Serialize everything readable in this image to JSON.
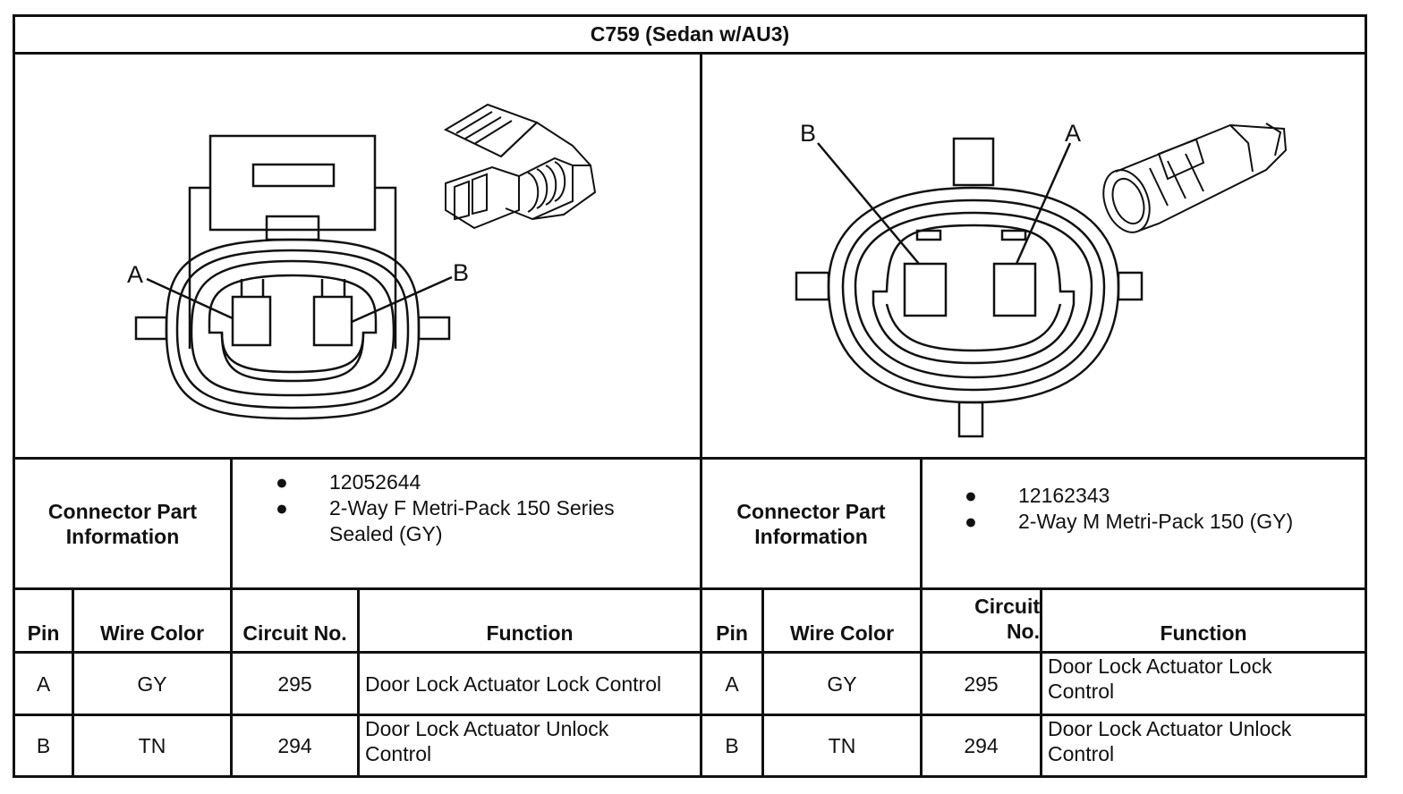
{
  "title": "C759 (Sedan w/AU3)",
  "left": {
    "pin_labels": [
      "A",
      "B"
    ],
    "part_info_label": [
      "Connector Part",
      "Information"
    ],
    "part_info": [
      "12052644",
      "2-Way F Metri-Pack 150 Series",
      "Sealed (GY)"
    ],
    "headers": {
      "pin": "Pin",
      "wire_color": "Wire Color",
      "circuit": "Circuit No.",
      "function": "Function"
    },
    "rows": [
      {
        "pin": "A",
        "wire_color": "GY",
        "circuit": "295",
        "function": "Door Lock Actuator Lock Control"
      },
      {
        "pin": "B",
        "wire_color": "TN",
        "circuit": "294",
        "function_lines": [
          "Door Lock Actuator Unlock",
          "Control"
        ]
      }
    ]
  },
  "right": {
    "pin_labels": [
      "B",
      "A"
    ],
    "part_info_label": [
      "Connector Part",
      "Information"
    ],
    "part_info": [
      "12162343",
      "2-Way M Metri-Pack 150 (GY)"
    ],
    "headers": {
      "pin": "Pin",
      "wire_color": "Wire Color",
      "circuit_lines": [
        "Circuit",
        "No."
      ],
      "function": "Function"
    },
    "rows": [
      {
        "pin": "A",
        "wire_color": "GY",
        "circuit": "295",
        "function_lines": [
          "Door Lock Actuator Lock",
          "Control"
        ]
      },
      {
        "pin": "B",
        "wire_color": "TN",
        "circuit": "294",
        "function_lines": [
          "Door Lock Actuator Unlock",
          "Control"
        ]
      }
    ]
  },
  "icons": [
    "female-connector-face",
    "female-connector-3d",
    "male-connector-face",
    "male-connector-3d",
    "bullet-icon"
  ]
}
